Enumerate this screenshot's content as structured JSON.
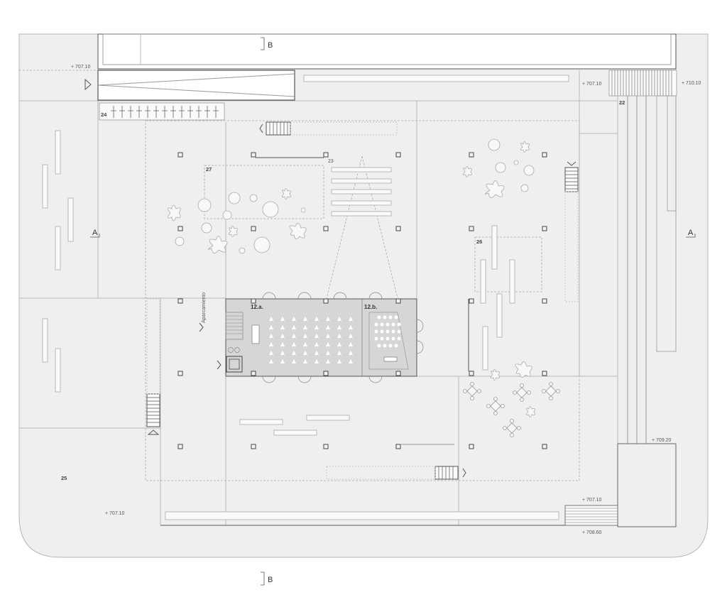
{
  "section_marks": {
    "b_top": "B",
    "b_bottom": "B",
    "a_left": "A",
    "a_right": "A"
  },
  "levels": {
    "top_left": "+ 707.10",
    "top_center": "+ 707.10",
    "top_right": "+ 710.10",
    "right_mid": "+ 709.20",
    "bottom_right_upper": "+ 707.10",
    "bottom_right_lower": "+ 708.60",
    "bottom_left": "+ 707.10"
  },
  "zones": {
    "z22": "22",
    "z23": "23",
    "z24": "24",
    "z25": "25",
    "z26": "26",
    "z27": "27"
  },
  "rooms": {
    "r12a": "12.a.",
    "r12b": "12.b.",
    "parking": "Aparcamiento"
  },
  "colors": {
    "site": "#efefef",
    "auditorium": "#d6d6d6",
    "lines": "#b9b9b9",
    "columns": "#444444"
  }
}
